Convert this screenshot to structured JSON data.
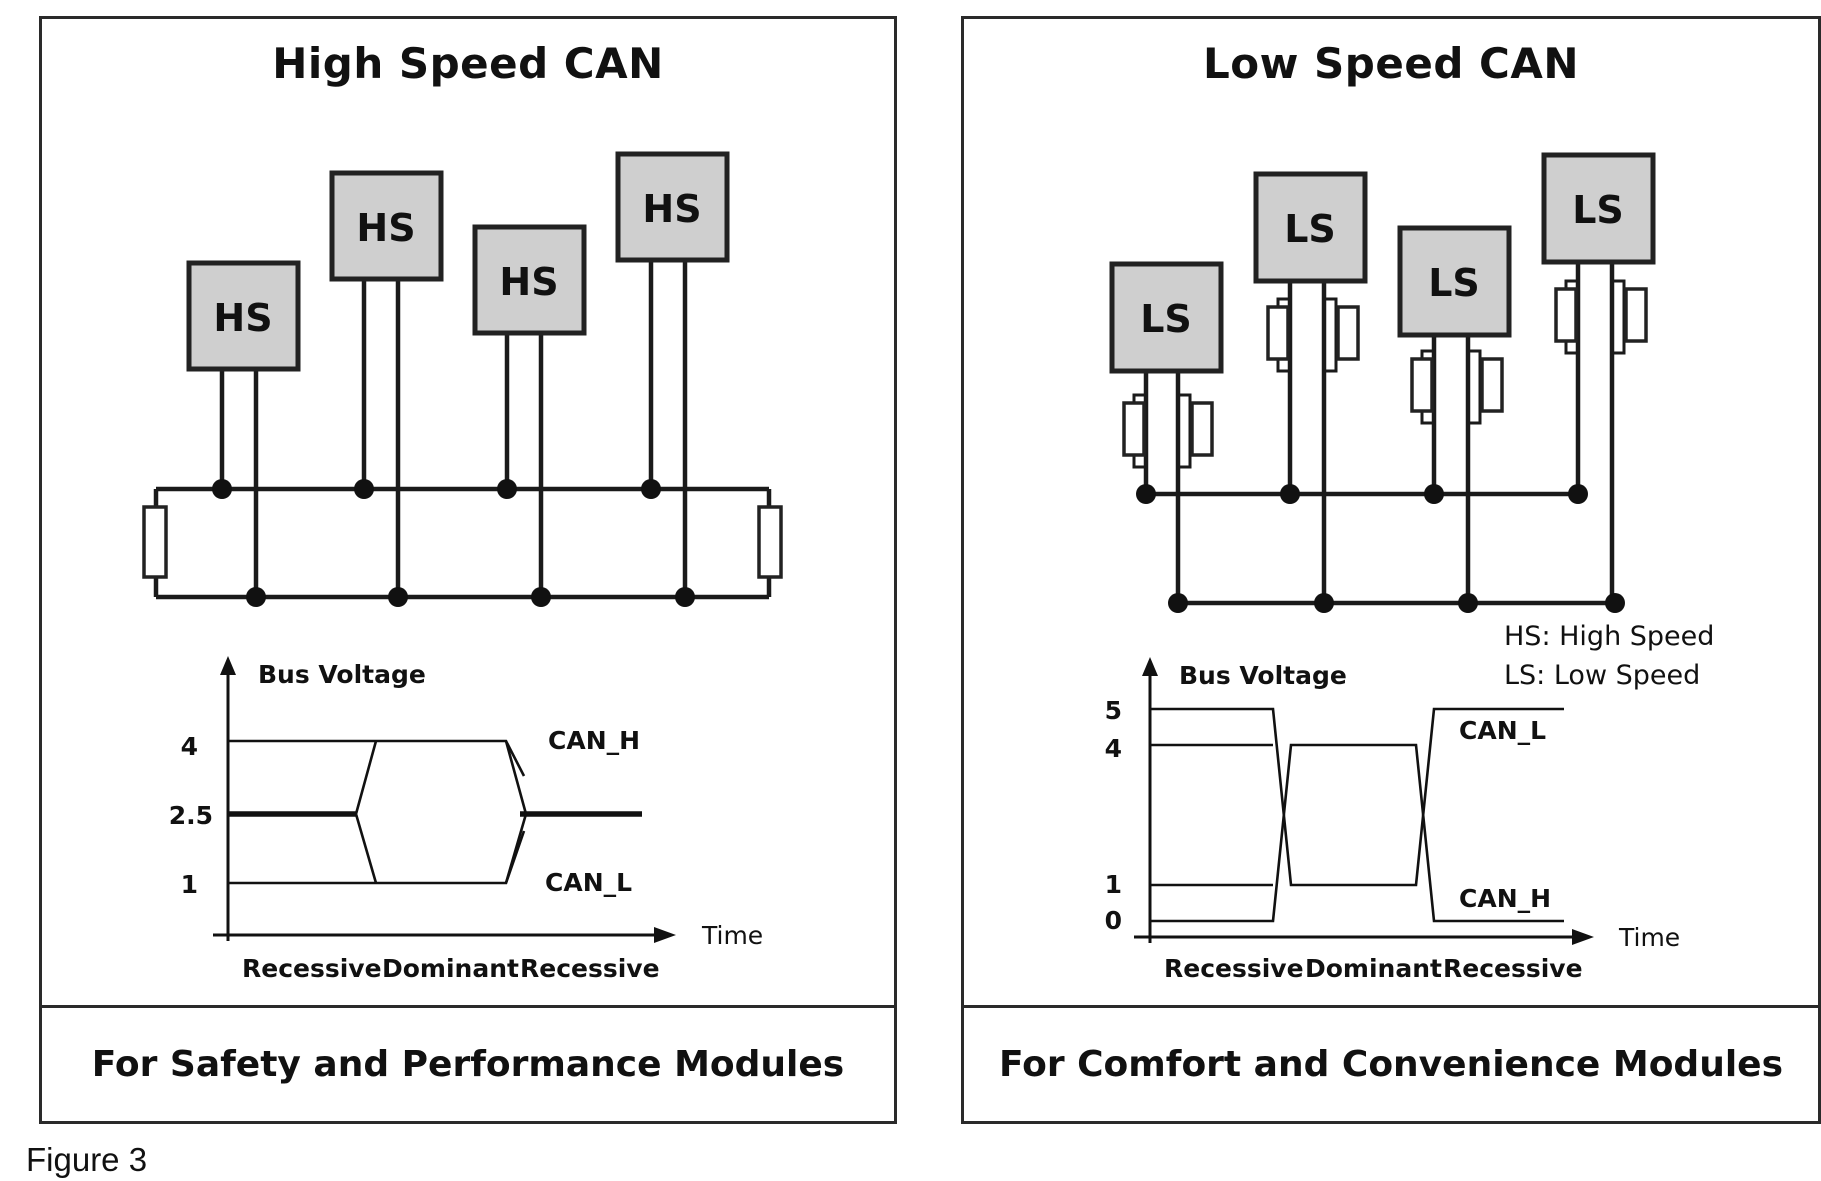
{
  "panels": {
    "high_speed": {
      "title": "High Speed CAN",
      "node_label": "HS",
      "footer": "For Safety and Performance Modules",
      "chart": {
        "ylabel": "Bus Voltage",
        "xlabel": "Time",
        "y_ticks": [
          "4",
          "2.5",
          "1"
        ],
        "signal_high": "CAN_H",
        "signal_low": "CAN_L",
        "phases": [
          "Recessive",
          "Dominant",
          "Recessive"
        ]
      }
    },
    "low_speed": {
      "title": "Low Speed CAN",
      "node_label": "LS",
      "footer": "For Comfort and Convenience  Modules",
      "legend": [
        "HS: High Speed",
        "LS:  Low Speed"
      ],
      "chart": {
        "ylabel": "Bus Voltage",
        "xlabel": "Time",
        "y_ticks": [
          "5",
          "4",
          "1",
          "0"
        ],
        "signal_top": "CAN_L",
        "signal_bottom": "CAN_H",
        "phases": [
          "Recessive",
          "Dominant",
          "Recessive"
        ]
      }
    }
  },
  "caption": "Figure 3"
}
